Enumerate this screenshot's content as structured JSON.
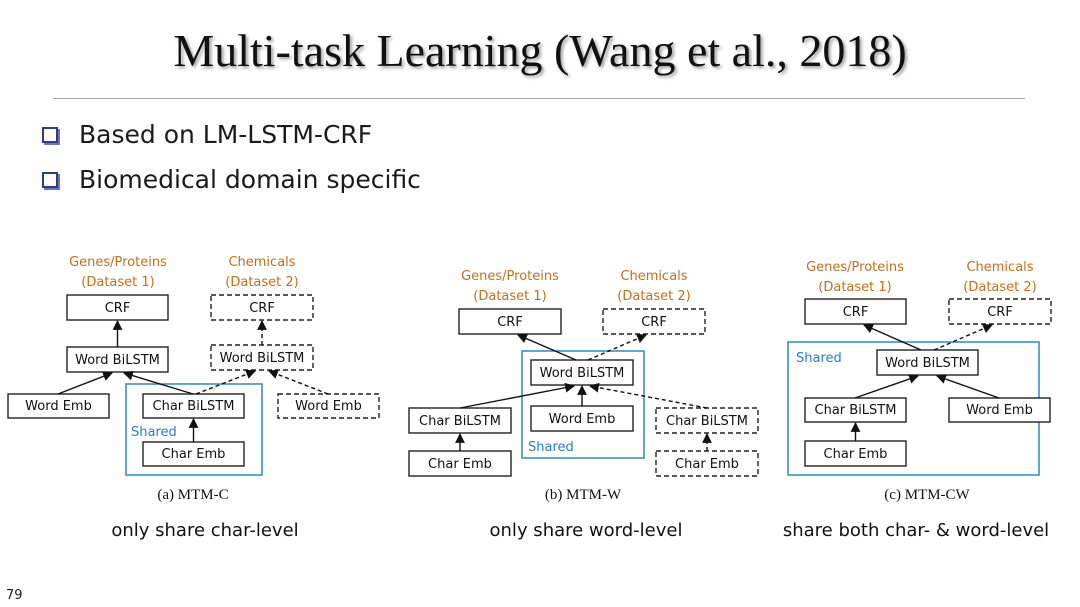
{
  "title": "Multi-task Learning (Wang et al., 2018)",
  "bullets": [
    "Based on LM-LSTM-CRF",
    "Biomedical domain specific"
  ],
  "labels": {
    "genes": "Genes/Proteins",
    "dataset1": "(Dataset 1)",
    "chemicals": "Chemicals",
    "dataset2": "(Dataset 2)",
    "crf": "CRF",
    "word_bilstm": "Word BiLSTM",
    "char_bilstm": "Char BiLSTM",
    "word_emb": "Word Emb",
    "char_emb": "Char Emb",
    "shared": "Shared"
  },
  "panels": [
    {
      "caption": "(a) MTM-C",
      "note": "only share char-level"
    },
    {
      "caption": "(b) MTM-W",
      "note": "only share word-level"
    },
    {
      "caption": "(c) MTM-CW",
      "note": "share both char- & word-level"
    }
  ],
  "colors": {
    "task_label": "#c0701c",
    "shared": "#3d8fc7",
    "bullet": "#2e3a8c"
  },
  "page_number": "79"
}
